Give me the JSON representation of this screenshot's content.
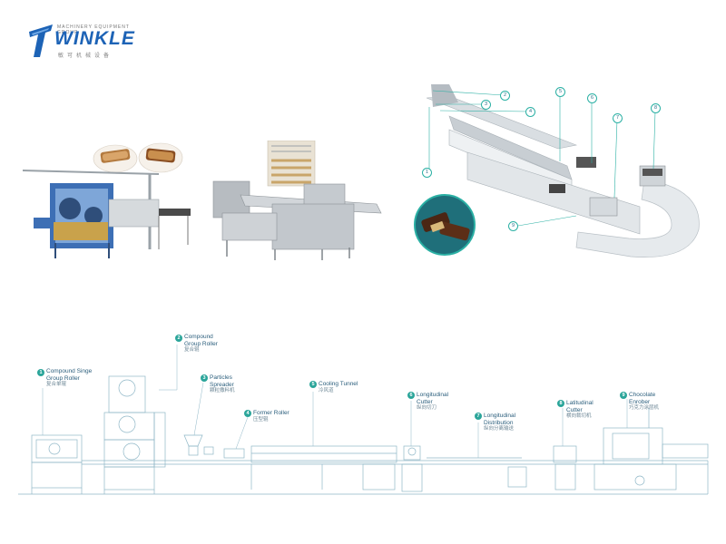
{
  "brand": {
    "name": "WINKLE",
    "initial": "T",
    "subtitle": "MACHINERY EQUIPMENT GROUP",
    "chinese": "敏可机械设备",
    "color": "#1d63b6"
  },
  "top_callouts": [
    "1",
    "2",
    "3",
    "4",
    "5",
    "6",
    "7",
    "8",
    "9"
  ],
  "stations": [
    {
      "num": "1",
      "en": "Compound Singe Group Roller",
      "cn": "复合单辊"
    },
    {
      "num": "2",
      "en": "Compound Group Roller",
      "cn": "复合辊"
    },
    {
      "num": "3",
      "en": "Particles Spreader",
      "cn": "颗粒撒料机"
    },
    {
      "num": "4",
      "en": "Former Roller",
      "cn": "压型辊"
    },
    {
      "num": "5",
      "en": "Cooling Tunnel",
      "cn": "冷风道"
    },
    {
      "num": "6",
      "en": "Longitudinal Cutter",
      "cn": "纵向切刀"
    },
    {
      "num": "7",
      "en": "Longitudinal Distribution",
      "cn": "纵向分离输送"
    },
    {
      "num": "8",
      "en": "Latitudinal Cutter",
      "cn": "横向裁切机"
    },
    {
      "num": "9",
      "en": "Chocolate Enrober",
      "cn": "巧克力涂层机"
    }
  ],
  "colors": {
    "accent": "#2ba59a",
    "line": "#8fb7c7",
    "steel": "#c9cdd1",
    "blue_frame": "#3d6fb5"
  }
}
